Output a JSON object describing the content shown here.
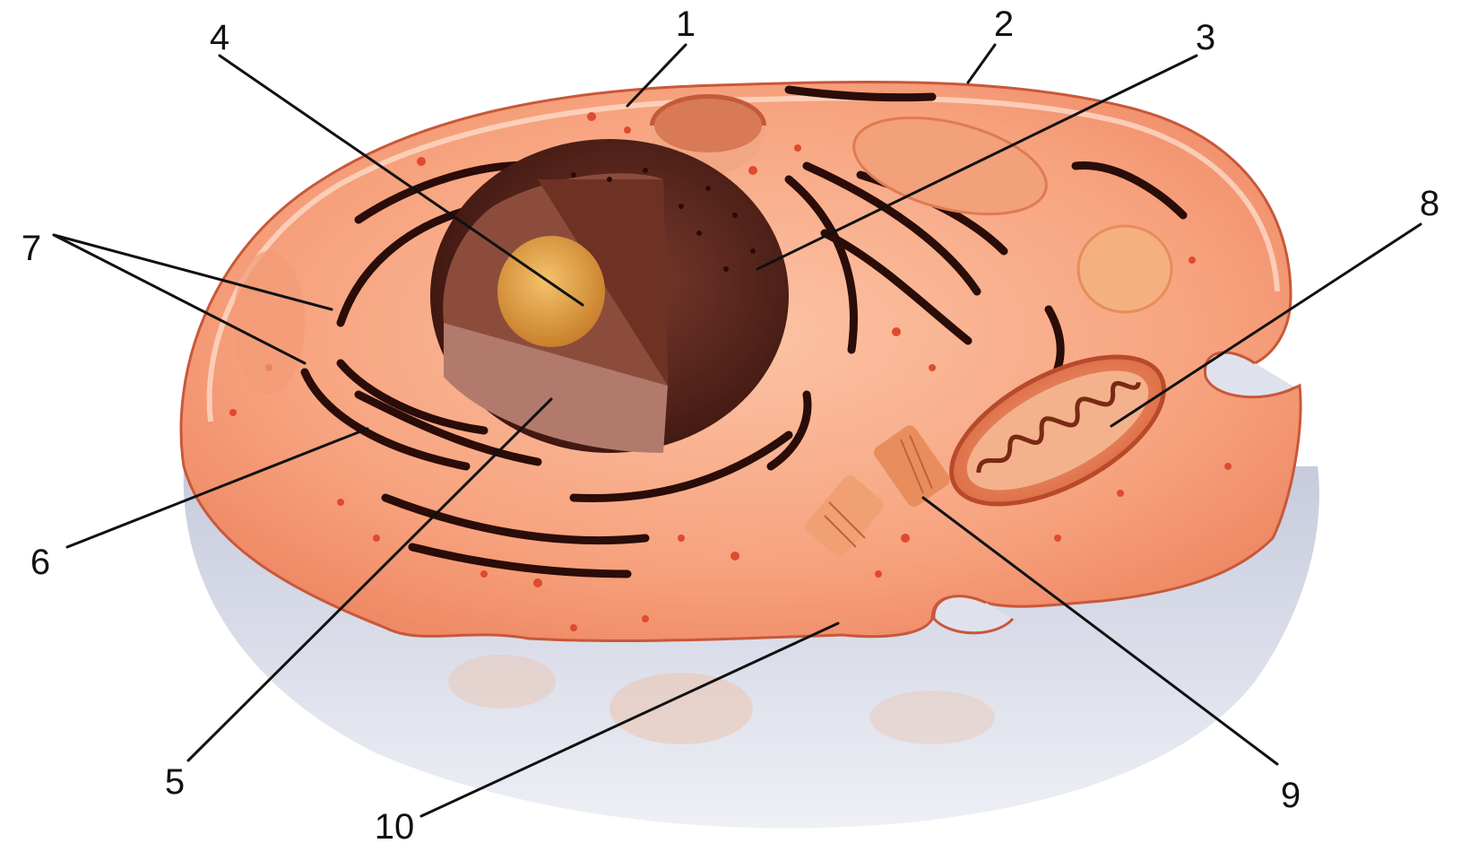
{
  "colors": {
    "cytoplasm": "#f7a27e",
    "cytoplasm_light": "#fbc2a4",
    "membrane": "#d2694a",
    "lower_body": "#d9dce8",
    "nucleus": "#5a2a22",
    "nucleolus": "#e8a64a",
    "er_dark": "#2a0c08",
    "mitochondria": "#e57b52"
  },
  "labels": [
    {
      "id": "1",
      "text": "1"
    },
    {
      "id": "2",
      "text": "2"
    },
    {
      "id": "3",
      "text": "3"
    },
    {
      "id": "4",
      "text": "4"
    },
    {
      "id": "5",
      "text": "5"
    },
    {
      "id": "6",
      "text": "6"
    },
    {
      "id": "7",
      "text": "7"
    },
    {
      "id": "8",
      "text": "8"
    },
    {
      "id": "9",
      "text": "9"
    },
    {
      "id": "10",
      "text": "10"
    }
  ]
}
